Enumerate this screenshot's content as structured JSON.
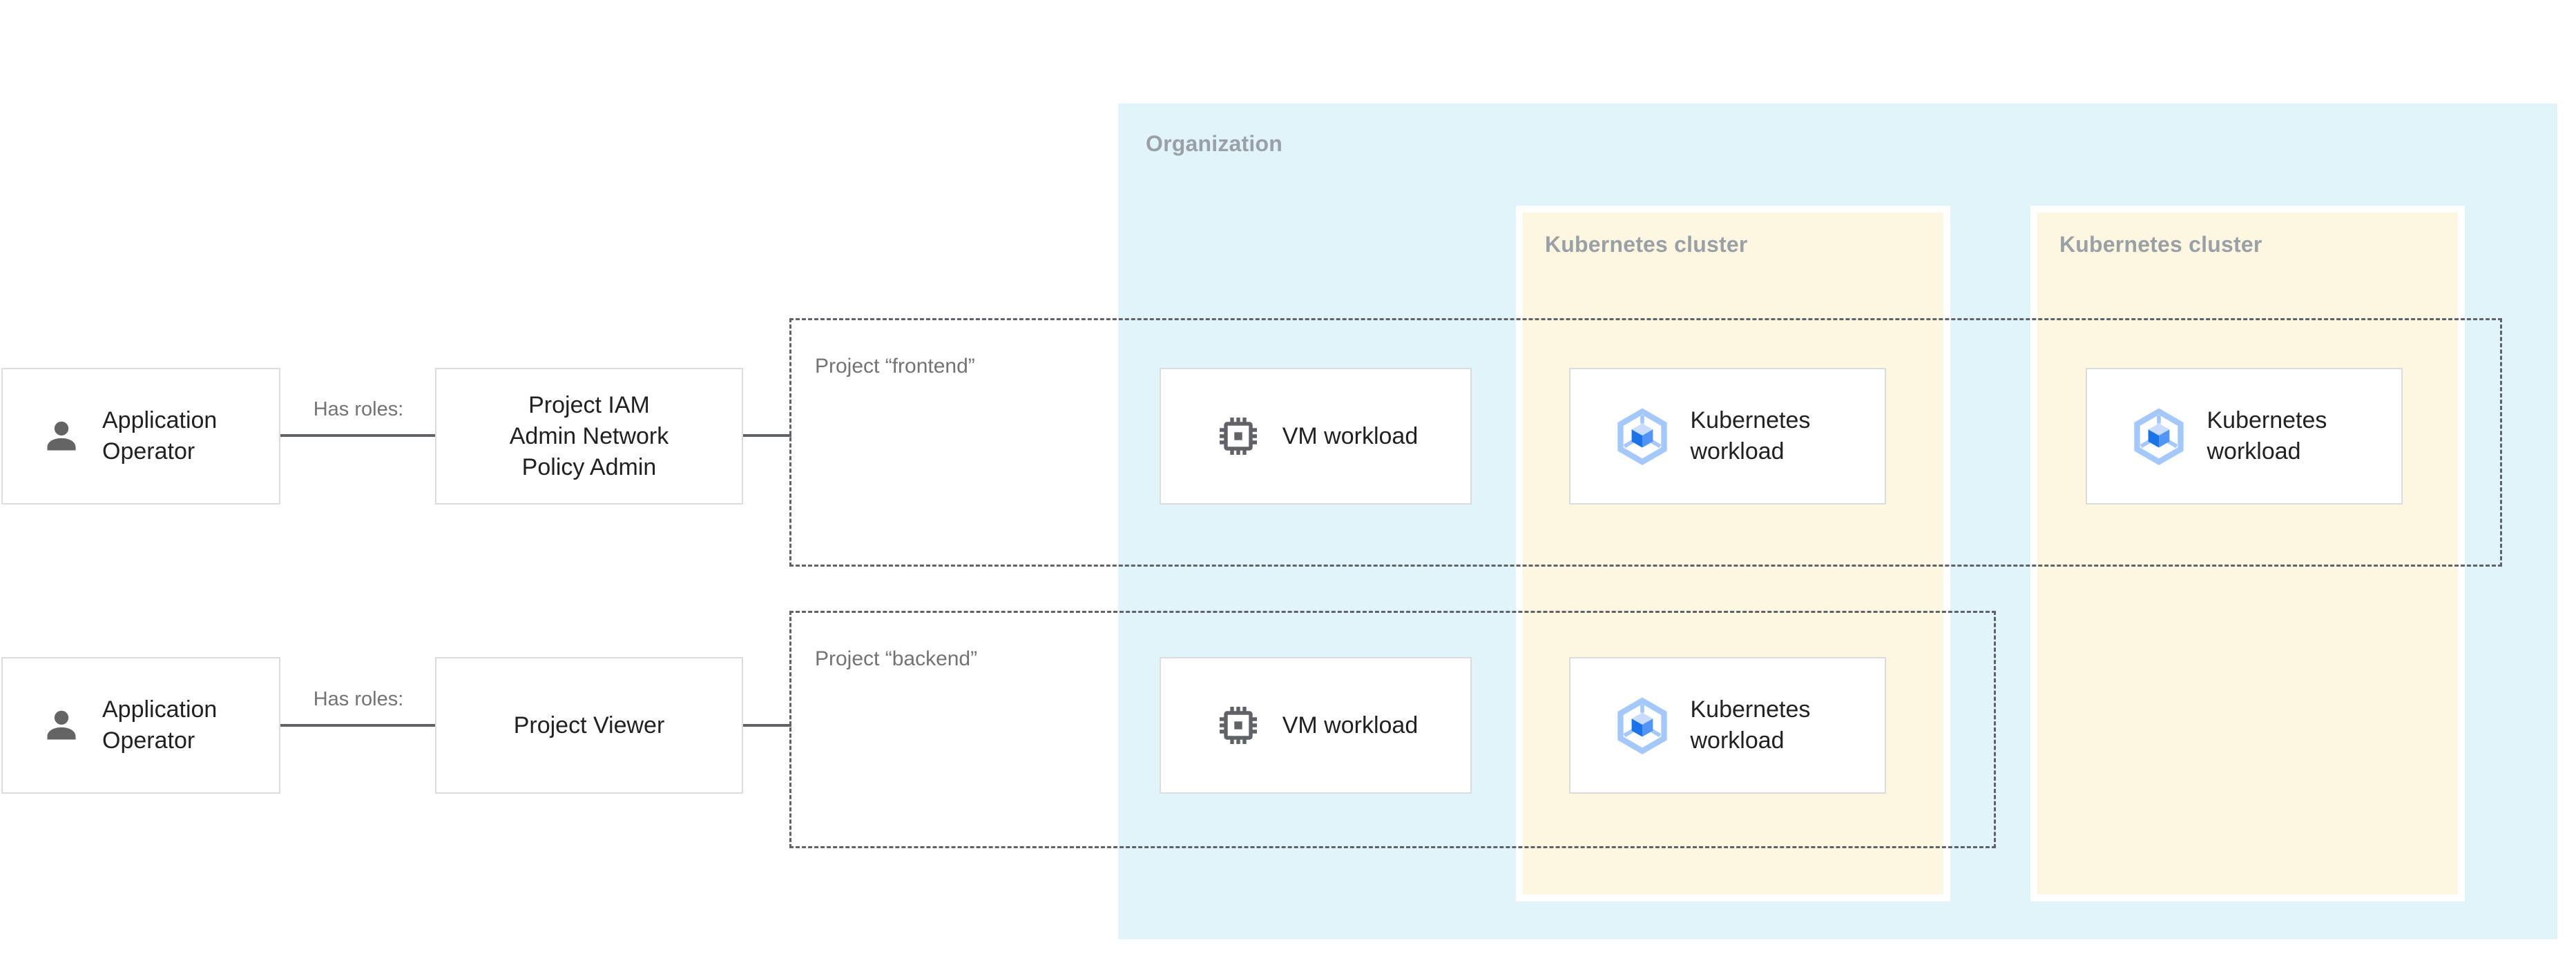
{
  "organization": {
    "label": "Organization"
  },
  "clusters": [
    {
      "label": "Kubernetes cluster"
    },
    {
      "label": "Kubernetes cluster"
    }
  ],
  "projects": {
    "frontend": {
      "label": "Project “frontend”"
    },
    "backend": {
      "label": "Project “backend”"
    }
  },
  "actors": {
    "frontend": {
      "label": "Application Operator",
      "relation": "Has roles:",
      "role": "Project IAM\nAdmin Network\nPolicy Admin"
    },
    "backend": {
      "label": "Application Operator",
      "relation": "Has roles:",
      "role": "Project Viewer"
    }
  },
  "workloads": {
    "frontend_vm": "VM workload",
    "frontend_k8s_cluster1": "Kubernetes workload",
    "frontend_k8s_cluster2": "Kubernetes workload",
    "backend_vm": "VM workload",
    "backend_k8s_cluster1": "Kubernetes workload"
  },
  "icons": {
    "actor": "person-icon",
    "vm_workload": "cpu-chip-icon",
    "kubernetes_workload": "kubernetes-engine-icon"
  },
  "colors": {
    "organization_bg": "#e0f4fa",
    "cluster_bg": "#fdf7e2",
    "node_bg": "#ffffff",
    "node_border": "#dadce0",
    "connector": "#5f6368",
    "text_primary": "#212121",
    "text_secondary": "#737373",
    "region_label": "#9aa0a6",
    "icon_gray": "#5f6368",
    "k8s_icon_ring": "#a5c8fa",
    "k8s_icon_dark_blue": "#1a73e8",
    "k8s_icon_mid_blue": "#5195f6",
    "k8s_icon_light_blue": "#c9dcfb"
  }
}
